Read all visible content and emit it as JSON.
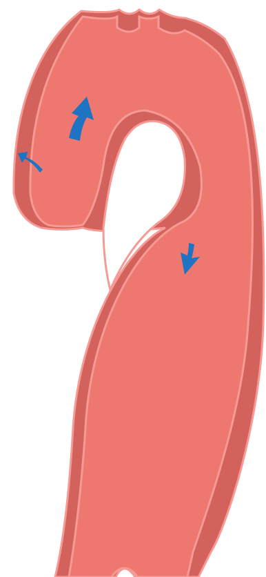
{
  "colors": {
    "background": "#ffffff",
    "outer_wall": "#d4625c",
    "outline": "#f59a94",
    "lumen": "#ee7870",
    "flow_arrow": "#1e73c2"
  },
  "labels": [],
  "flow_arrows": [
    {
      "name": "ascending-flow-arrow-icon",
      "direction": "up"
    },
    {
      "name": "arch-return-flow-arrow-icon",
      "direction": "curved-left"
    },
    {
      "name": "descending-flow-arrow-icon",
      "direction": "down"
    }
  ]
}
